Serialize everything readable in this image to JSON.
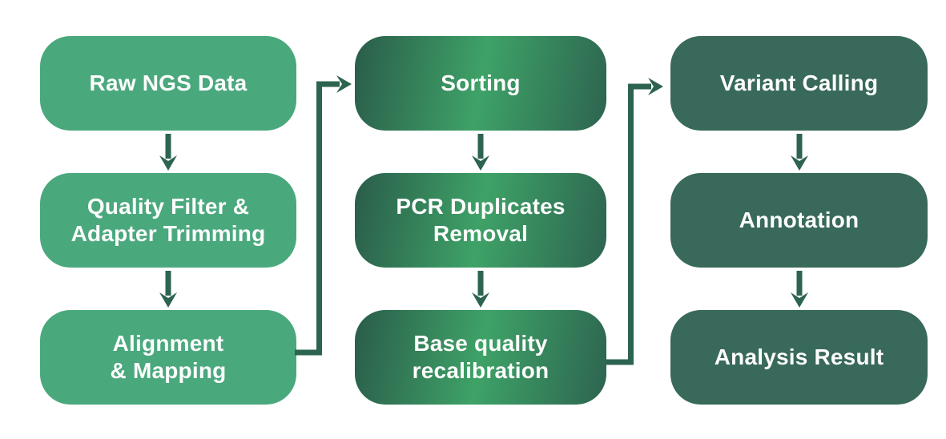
{
  "diagram_type": "flowchart",
  "colors": {
    "background": "#ffffff",
    "stage1_fill": "#4aa87d",
    "stage2_gradient_start": "#2a5c4a",
    "stage2_gradient_mid": "#3ea267",
    "stage2_gradient_end": "#2d6450",
    "stage3_fill": "#38695a",
    "arrow": "#2d6450",
    "text": "#fdfdfd"
  },
  "nodes": [
    {
      "id": "raw-ngs-data",
      "lines": [
        "Raw NGS Data"
      ]
    },
    {
      "id": "quality-filter-adapter-trimming",
      "lines": [
        "Quality Filter &",
        "Adapter Trimming"
      ]
    },
    {
      "id": "alignment-mapping",
      "lines": [
        "Alignment",
        "& Mapping"
      ]
    },
    {
      "id": "sorting",
      "lines": [
        "Sorting"
      ]
    },
    {
      "id": "pcr-duplicates-removal",
      "lines": [
        "PCR Duplicates",
        "Removal"
      ]
    },
    {
      "id": "base-quality-recalibration",
      "lines": [
        "Base quality",
        "recalibration"
      ]
    },
    {
      "id": "variant-calling",
      "lines": [
        "Variant Calling"
      ]
    },
    {
      "id": "annotation",
      "lines": [
        "Annotation"
      ]
    },
    {
      "id": "analysis-result",
      "lines": [
        "Analysis Result"
      ]
    }
  ],
  "edges": [
    "raw-ngs-data -> quality-filter-adapter-trimming",
    "quality-filter-adapter-trimming -> alignment-mapping",
    "alignment-mapping -> sorting",
    "sorting -> pcr-duplicates-removal",
    "pcr-duplicates-removal -> base-quality-recalibration",
    "base-quality-recalibration -> variant-calling",
    "variant-calling -> annotation",
    "annotation -> analysis-result"
  ]
}
